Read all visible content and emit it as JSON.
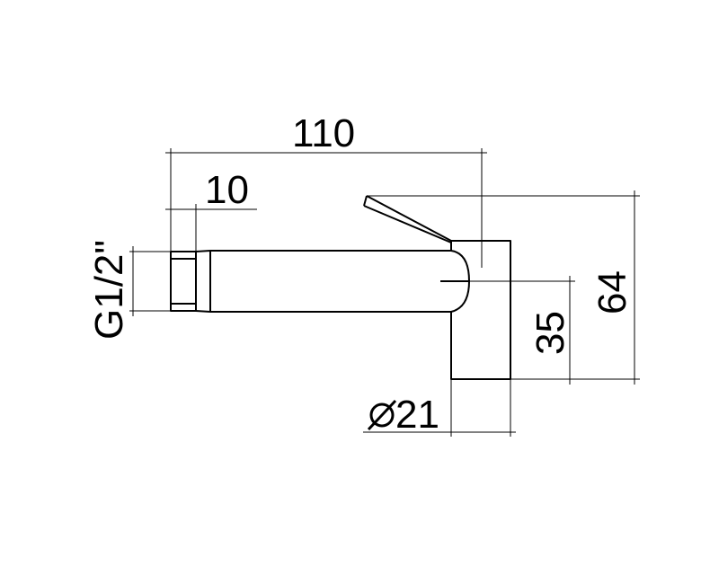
{
  "drawing": {
    "dimensions": {
      "overall_length": "110",
      "thread_length": "10",
      "thread_size": "G1/2\"",
      "overall_height": "64",
      "axis_height": "35",
      "body_diameter": "21"
    },
    "line_color": "#000000",
    "background_color": "#ffffff"
  }
}
